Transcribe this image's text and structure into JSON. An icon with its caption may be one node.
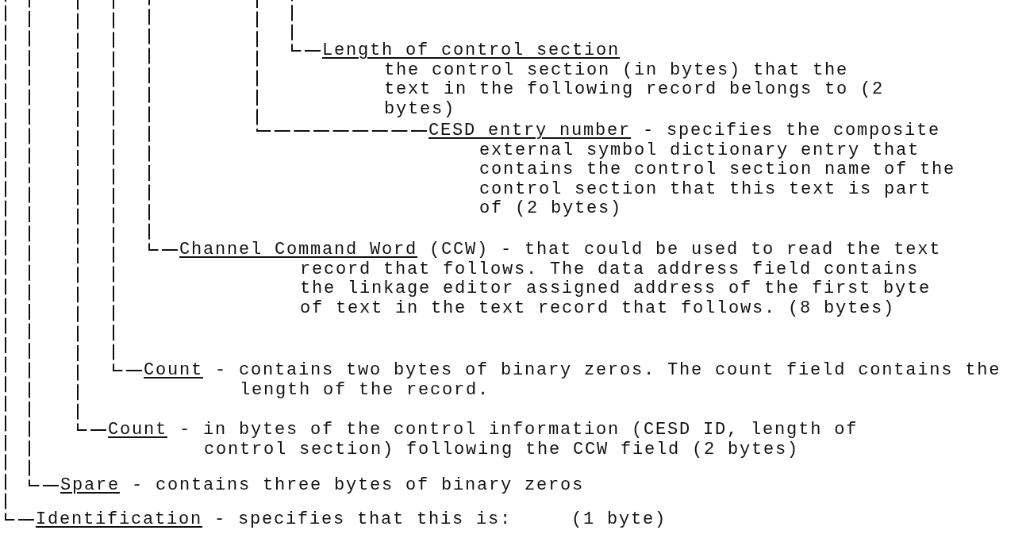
{
  "diagram": {
    "nodes": [
      {
        "text": [
          "Length of control section",
          "the control section (in bytes) that the text in the following record belongs to (2 bytes)"
        ]
      },
      {
        "text": [
          "CESD entry number",
          "- specifies the composite external symbol dictionary entry that contains the control section name of the control section that this text is part of (2 bytes)"
        ]
      },
      {
        "text": [
          "Channel Command Word",
          "(CCW) - that could be used to read the text record that follows. The data address field contains the linkage editor assigned address of the first byte of text in the text record that follows. (8 bytes)"
        ]
      },
      {
        "text": [
          "Count",
          "- contains two bytes of binary zeros. The count field contains the length of the record."
        ]
      },
      {
        "text": [
          "Count",
          "- in bytes of the control information (CESD ID, length of control section) following the CCW field (2 bytes)"
        ]
      },
      {
        "text": [
          "Spare",
          "- contains three bytes of binary zeros"
        ]
      },
      {
        "text": [
          "Identification",
          "- specifies that this is:",
          "(1 byte)"
        ]
      }
    ],
    "edges": [
      {
        "from": 0,
        "to": null,
        "arrow": "none"
      },
      {
        "from": 1,
        "to": null,
        "arrow": "none"
      },
      {
        "from": 2,
        "to": null,
        "arrow": "none"
      },
      {
        "from": 3,
        "to": null,
        "arrow": "none"
      },
      {
        "from": 4,
        "to": null,
        "arrow": "none"
      },
      {
        "from": 5,
        "to": null,
        "arrow": "none"
      },
      {
        "from": 6,
        "to": null,
        "arrow": "none"
      }
    ]
  }
}
